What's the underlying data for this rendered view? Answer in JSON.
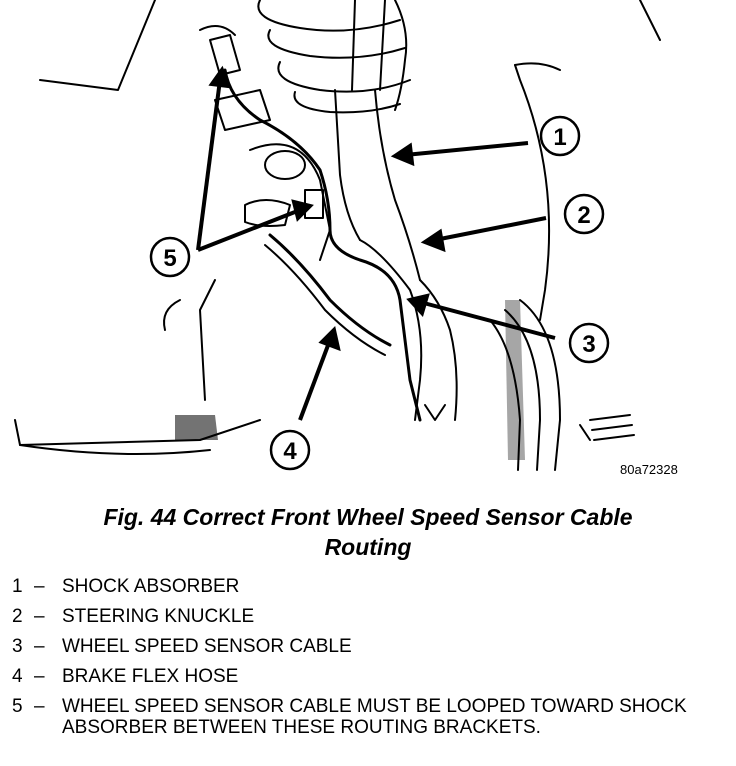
{
  "figure": {
    "id_code": "80a72328",
    "callouts": [
      "1",
      "2",
      "3",
      "4",
      "5"
    ]
  },
  "caption": {
    "line1": "Fig. 44 Correct Front Wheel Speed Sensor Cable",
    "line2": "Routing"
  },
  "legend": [
    {
      "num": "1",
      "dash": "–",
      "text": "SHOCK ABSORBER"
    },
    {
      "num": "2",
      "dash": "–",
      "text": "STEERING KNUCKLE"
    },
    {
      "num": "3",
      "dash": "–",
      "text": "WHEEL SPEED SENSOR CABLE"
    },
    {
      "num": "4",
      "dash": "–",
      "text": "BRAKE FLEX HOSE"
    },
    {
      "num": "5",
      "dash": "–",
      "text": "WHEEL SPEED SENSOR CABLE MUST BE LOOPED TOWARD SHOCK ABSORBER BETWEEN THESE ROUTING BRACKETS."
    }
  ]
}
